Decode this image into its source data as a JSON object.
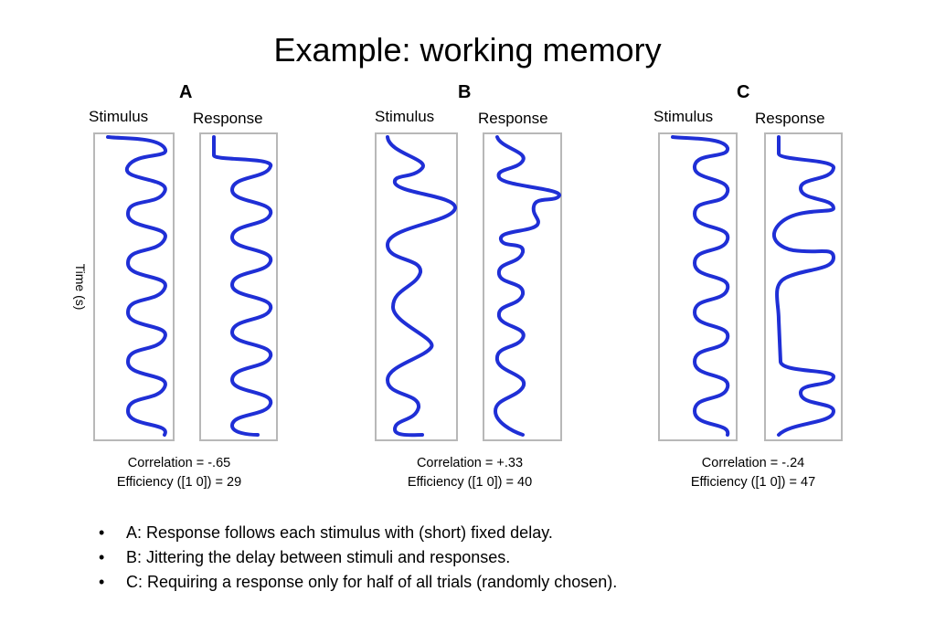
{
  "title": "Example: working memory",
  "ylabel": "Time (s)",
  "panels": [
    {
      "letter": "A",
      "stimulus_label": "Stimulus",
      "response_label": "Response",
      "correlation": "Correlation = -.65",
      "efficiency": "Efficiency ([1 0]) = 29"
    },
    {
      "letter": "B",
      "stimulus_label": "Stimulus",
      "response_label": "Response",
      "correlation": "Correlation = +.33",
      "efficiency": "Efficiency ([1 0]) = 40"
    },
    {
      "letter": "C",
      "stimulus_label": "Stimulus",
      "response_label": "Response",
      "correlation": "Correlation = -.24",
      "efficiency": "Efficiency ([1 0]) = 47"
    }
  ],
  "bullets": [
    "A: Response follows each stimulus with (short) fixed delay.",
    "B: Jittering the delay between stimuli and responses.",
    "C: Requiring a response only for half of all trials (randomly chosen)."
  ],
  "colors": {
    "trace": "#1f2fd6",
    "box": "#b8b8b8"
  }
}
